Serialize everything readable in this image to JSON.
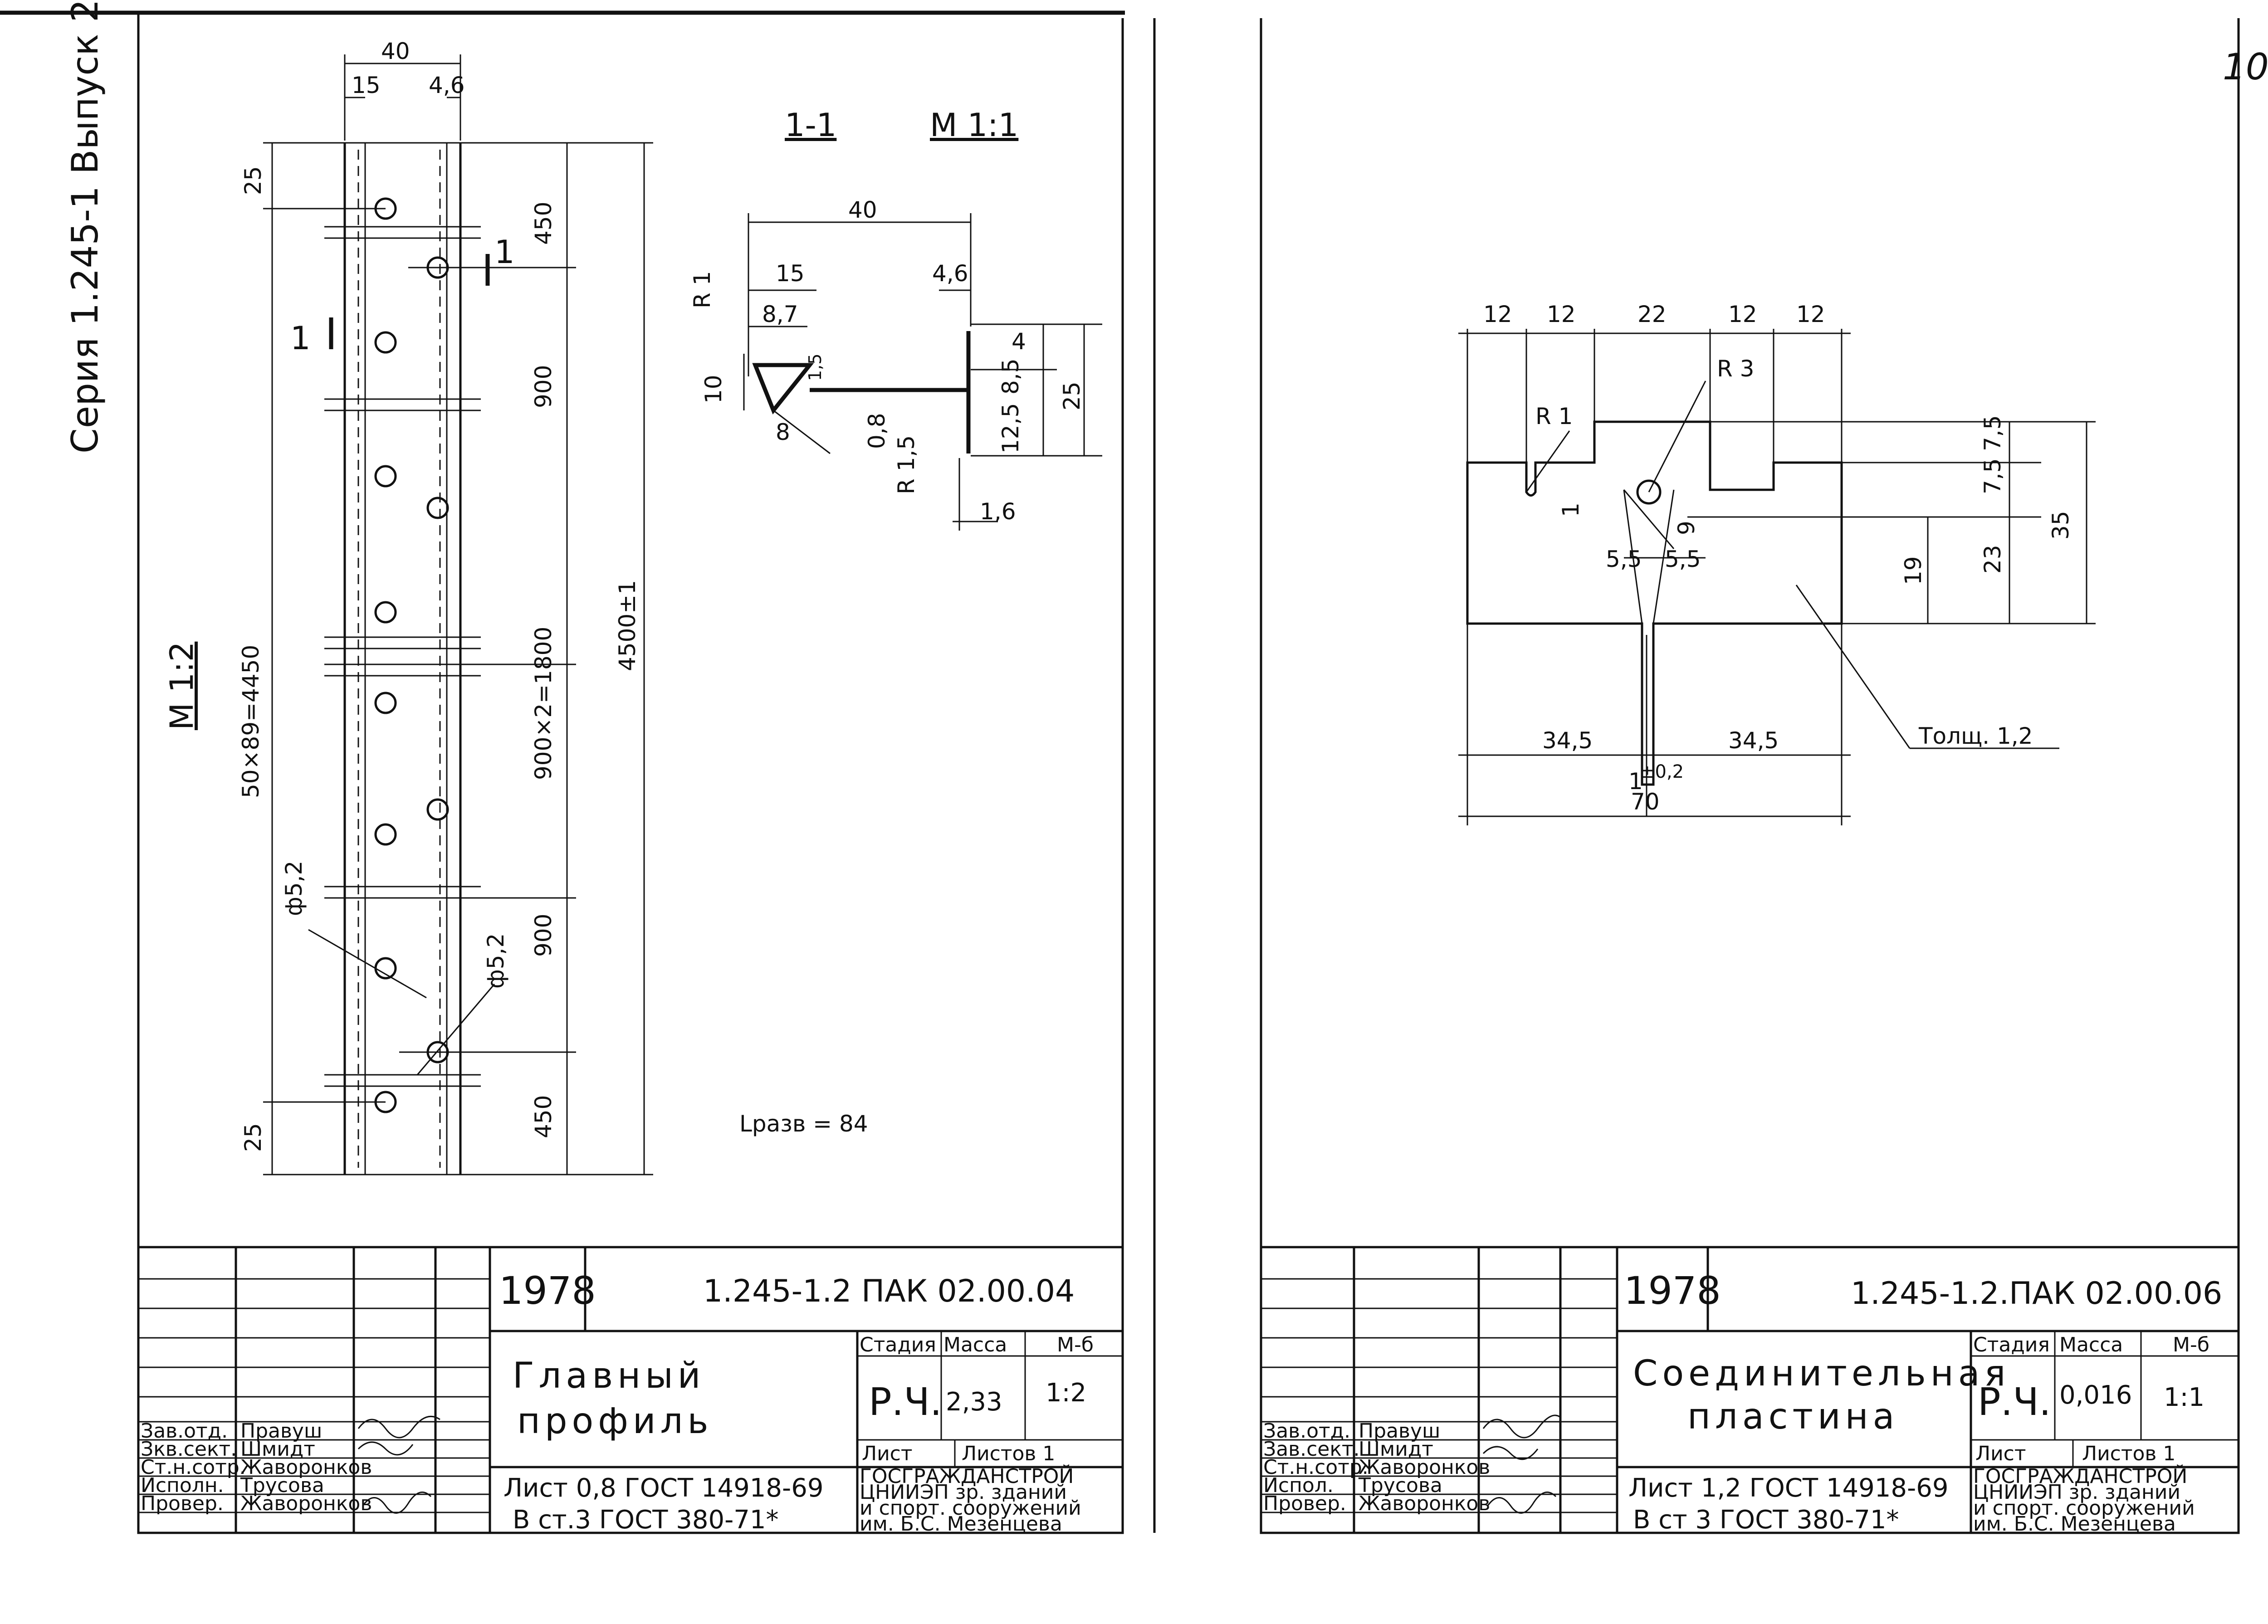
{
  "margin": {
    "series": "Серия 1.245-1 Выпуск 2"
  },
  "page_number": "10",
  "left_sheet": {
    "scale_main": "М 1:2",
    "section_label": "1-1",
    "section_scale": "М 1:1",
    "section_mark": "1",
    "dims": {
      "width_total": "40",
      "w15": "15",
      "w46": "4,6",
      "end25_top": "25",
      "end25_bot": "25",
      "s450_top": "450",
      "s900_a": "900",
      "s1800": "900×2=1800",
      "s900_b": "900",
      "s450_bot": "450",
      "hole_pitch": "50×89=4450",
      "length": "4500±1",
      "hole_a": "ф5,2",
      "hole_b": "ф5,2"
    },
    "section_dims": {
      "d40": "40",
      "d15": "15",
      "d46": "4,6",
      "d87": "8,7",
      "d10": "10",
      "d15b": "1,5",
      "d8": "8",
      "d08": "0,8",
      "dR1": "R 1",
      "dR15": "R 1,5",
      "d4": "4",
      "d85": "8,5",
      "d125": "12,5",
      "d25": "25",
      "d16": "1,6"
    },
    "development_length": "Lразв = 84",
    "title_block": {
      "year": "1978",
      "code": "1.245-1.2 ПАК 02.00.04",
      "title_line1": "Главный",
      "title_line2": "профиль",
      "stage_label": "Стадия",
      "mass_label": "Масса",
      "scale_label": "М-б",
      "stage": "Р.Ч.",
      "mass": "2,33",
      "scale": "1:2",
      "sheet_label": "Лист",
      "sheets_label": "Листов 1",
      "material1": "Лист 0,8 ГОСТ 14918-69",
      "material2": "В ст.3  ГОСТ 380-71*",
      "org1": "ГОСГРАЖДАНСТРОЙ",
      "org2": "ЦНИИЭП зр. зданий",
      "org3": "и спорт. сооружений",
      "org4": "им. Б.С. Мезенцева",
      "roles": [
        {
          "role": "Зав.отд.",
          "name": "Правуш"
        },
        {
          "role": "Зкв.сект.",
          "name": "Шмидт"
        },
        {
          "role": "Ст.н.сотр.",
          "name": "Жаворонков"
        },
        {
          "role": "Исполн.",
          "name": "Трусова"
        },
        {
          "role": "Провер.",
          "name": "Жаворонков"
        }
      ]
    }
  },
  "right_sheet": {
    "dims": {
      "t12a": "12",
      "t12b": "12",
      "t22": "22",
      "t12c": "12",
      "t12d": "12",
      "r1": "R 1",
      "r3": "R 3",
      "d1": "1",
      "d9": "9",
      "d55a": "5,5",
      "d55b": "5,5",
      "d19": "19",
      "d23": "23",
      "d75a": "7,5",
      "d75b": "7,5",
      "d35": "35",
      "b345a": "34,5",
      "b345b": "34,5",
      "b1": "1",
      "tol": "±0,2",
      "b70": "70",
      "thickness": "Толщ. 1,2"
    },
    "title_block": {
      "year": "1978",
      "code": "1.245-1.2.ПАК 02.00.06",
      "title_line1": "Соединительная",
      "title_line2": "пластина",
      "stage_label": "Стадия",
      "mass_label": "Масса",
      "scale_label": "М-б",
      "stage": "Р.Ч.",
      "mass": "0,016",
      "scale": "1:1",
      "sheet_label": "Лист",
      "sheets_label": "Листов 1",
      "material1": "Лист 1,2 ГОСТ 14918-69",
      "material2": "В ст 3   ГОСТ 380-71*",
      "org1": "ГОСГРАЖДАНСТРОЙ",
      "org2": "ЦНИИЭП зр. зданий",
      "org3": "и спорт. сооружений",
      "org4": "им. Б.С. Мезенцева",
      "roles": [
        {
          "role": "Зав.отд.",
          "name": "Правуш"
        },
        {
          "role": "Зав.сект.",
          "name": "Шмидт"
        },
        {
          "role": "Ст.н.сотр.",
          "name": "Жаворонков"
        },
        {
          "role": "Испол.",
          "name": "Трусова"
        },
        {
          "role": "Провер.",
          "name": "Жаворонков"
        }
      ]
    }
  }
}
